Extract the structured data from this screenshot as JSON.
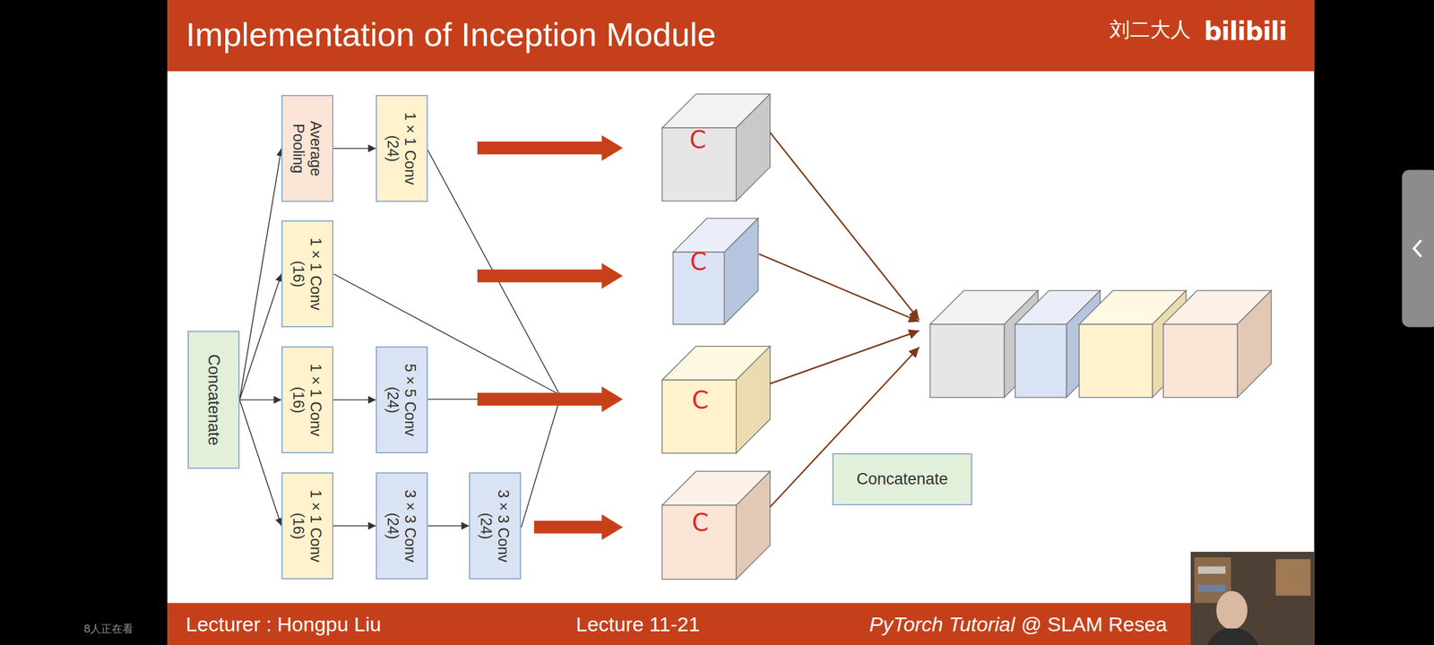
{
  "diagram": {
    "title": "Implementation of Inception Module",
    "nodes": [
      {
        "text": [
          "Concatenate"
        ]
      },
      {
        "text": [
          "Average Pooling"
        ]
      },
      {
        "text": [
          "1 × 1 Conv (24)"
        ]
      },
      {
        "text": [
          "1 × 1 Conv (16)"
        ]
      },
      {
        "text": [
          "1 × 1 Conv (16)"
        ]
      },
      {
        "text": [
          "5 × 5 Conv (24)"
        ]
      },
      {
        "text": [
          "1 × 1 Conv (16)"
        ]
      },
      {
        "text": [
          "3 × 3 Conv (24)"
        ]
      },
      {
        "text": [
          "3 × 3 Conv (24)"
        ]
      },
      {
        "text": [
          "Concatenate"
        ]
      }
    ],
    "edges": [
      {
        "from": 0,
        "to": 1,
        "arrow": "to"
      },
      {
        "from": 0,
        "to": 3,
        "arrow": "to"
      },
      {
        "from": 0,
        "to": 4,
        "arrow": "to"
      },
      {
        "from": 0,
        "to": 6,
        "arrow": "to"
      },
      {
        "from": 1,
        "to": 2,
        "arrow": "to"
      },
      {
        "from": 4,
        "to": 5,
        "arrow": "to"
      },
      {
        "from": 6,
        "to": 7,
        "arrow": "to"
      },
      {
        "from": 7,
        "to": 8,
        "arrow": "to"
      }
    ],
    "labels": [
      "刘二大人",
      "bilibili",
      "C",
      "C",
      "C",
      "C",
      "Lecturer : Hongpu Liu",
      "Lecture 11-21",
      "PyTorch Tutorial",
      "@ SLAM Resea",
      "8人正在看"
    ]
  }
}
